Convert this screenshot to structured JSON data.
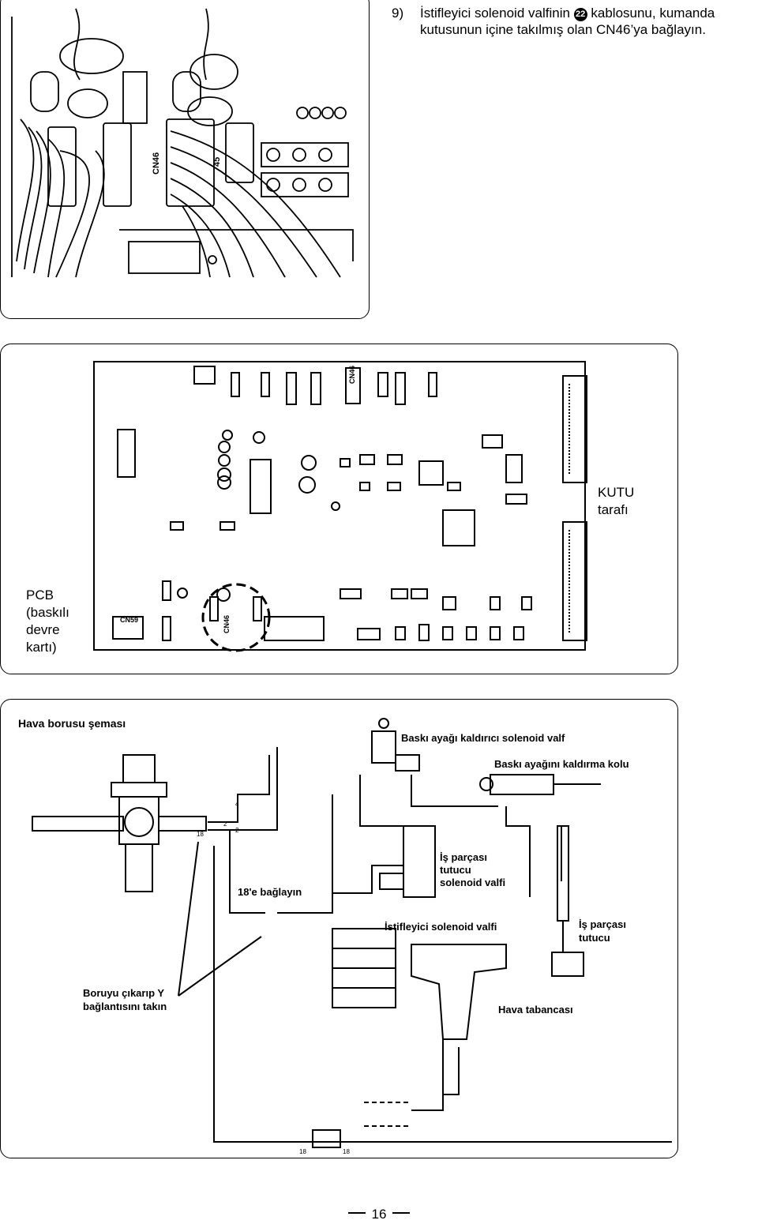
{
  "instruction": {
    "number": "9)",
    "text_before": "İstifleyici solenoid valfinin ",
    "marker": "22",
    "text_after": " kablosunu, kumanda kutusunun içine takılmış olan CN46’ya bağlayın."
  },
  "connector_figure": {
    "labels": [
      "CN46",
      "45"
    ]
  },
  "pcb_figure": {
    "box_side_label": "KUTU\ntarafı",
    "pcb_label": "PCB\n(baskılı\ndevre\nkartı)",
    "connector_labels": [
      "CN46",
      "CN46",
      "CN59"
    ]
  },
  "air_diagram": {
    "title": "Hava borusu şeması",
    "labels": {
      "presser_lifter_valve": "Baskı ayağı kaldırıcı solenoid valf",
      "presser_lifter_lever": "Baskı ayağını kaldırma kolu",
      "connect_18": "18'e bağlayın",
      "workpiece_holder_valve": "İş parçası\ntutucu\nsolenoid valfi",
      "stacker_valve": "İstifleyici solenoid valfi",
      "workpiece_holder": "İş parçası\ntutucu",
      "remove_pipe": "Boruyu çıkarıp Y\nbağlantısını takın",
      "air_gun": "Hava tabancası"
    },
    "tube_numbers": [
      "18",
      "2",
      "4",
      "2",
      "18",
      "18"
    ]
  },
  "page_number": "16"
}
